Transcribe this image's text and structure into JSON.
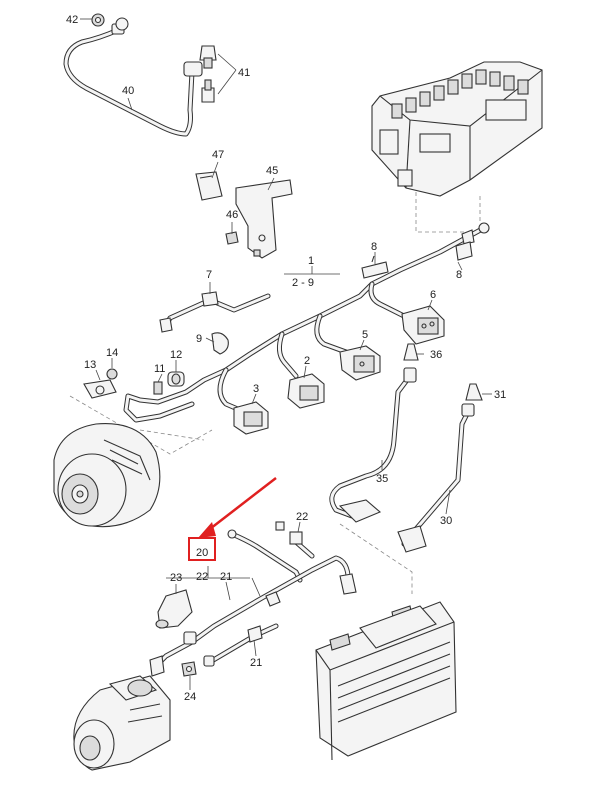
{
  "labels": {
    "l42": "42",
    "l41": "41",
    "l40": "40",
    "l47": "47",
    "l45": "45",
    "l46": "46",
    "l1": "1",
    "l1range": "2 - 9",
    "l8a": "8",
    "l8b": "8",
    "l7": "7",
    "l6": "6",
    "l9": "9",
    "l5": "5",
    "l36": "36",
    "l13": "13",
    "l14": "14",
    "l12": "12",
    "l11": "11",
    "l2": "2",
    "l3": "3",
    "l31": "31",
    "l35": "35",
    "l30": "30",
    "l22a": "22",
    "l20": "20",
    "l23": "23",
    "l22b": "22",
    "l21a": "21",
    "l21b": "21",
    "l24": "24"
  },
  "highlight": {
    "target_label": "20",
    "color": "#e02020"
  }
}
